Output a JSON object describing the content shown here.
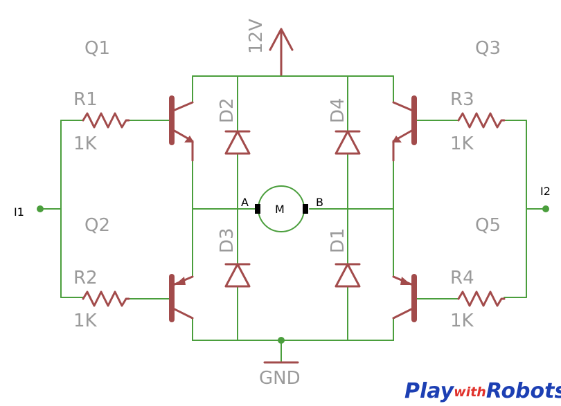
{
  "supply": {
    "label": "12V"
  },
  "ground": {
    "label": "GND"
  },
  "inputs": {
    "i1": "I1",
    "i2": "I2"
  },
  "transistors": {
    "q1": "Q1",
    "q2": "Q2",
    "q3": "Q3",
    "q5": "Q5"
  },
  "resistors": {
    "r1": {
      "name": "R1",
      "value": "1K"
    },
    "r2": {
      "name": "R2",
      "value": "1K"
    },
    "r3": {
      "name": "R3",
      "value": "1K"
    },
    "r4": {
      "name": "R4",
      "value": "1K"
    }
  },
  "diodes": {
    "d1": "D1",
    "d2": "D2",
    "d3": "D3",
    "d4": "D4"
  },
  "motor": {
    "label": "M",
    "terminal_a": "A",
    "terminal_b": "B"
  },
  "logo": {
    "part1": "Play",
    "part2": "with",
    "part3": "Robots"
  },
  "colors": {
    "wire": "#4a9e3c",
    "component": "#a24b4b",
    "label": "#9a9a9a",
    "logo_blue": "#1c3fb3",
    "logo_red": "#e0312b"
  }
}
